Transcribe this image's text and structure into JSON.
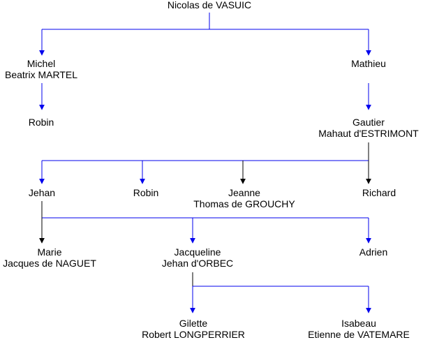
{
  "colors": {
    "blue_connector": "#0000ee",
    "black_connector": "#000000",
    "text": "#000000",
    "background": "#ffffff"
  },
  "people": {
    "nicolas": {
      "name": "Nicolas de VASUIC"
    },
    "michel": {
      "name": "Michel",
      "spouse": "Beatrix MARTEL"
    },
    "mathieu": {
      "name": "Mathieu"
    },
    "robin_michel": {
      "name": "Robin"
    },
    "gautier": {
      "name": "Gautier",
      "spouse": "Mahaut d'ESTRIMONT"
    },
    "jehan": {
      "name": "Jehan"
    },
    "robin_gautier": {
      "name": "Robin"
    },
    "jeanne": {
      "name": "Jeanne",
      "spouse": "Thomas de GROUCHY"
    },
    "richard": {
      "name": "Richard"
    },
    "marie": {
      "name": "Marie",
      "spouse": "Jacques de NAGUET"
    },
    "jacqueline": {
      "name": "Jacqueline",
      "spouse": "Jehan d'ORBEC"
    },
    "adrien": {
      "name": "Adrien"
    },
    "gilette": {
      "name": "Gilette",
      "spouse": "Robert LONGPERRIER"
    },
    "isabeau": {
      "name": "Isabeau",
      "spouse": "Etienne de VATEMARE"
    }
  }
}
